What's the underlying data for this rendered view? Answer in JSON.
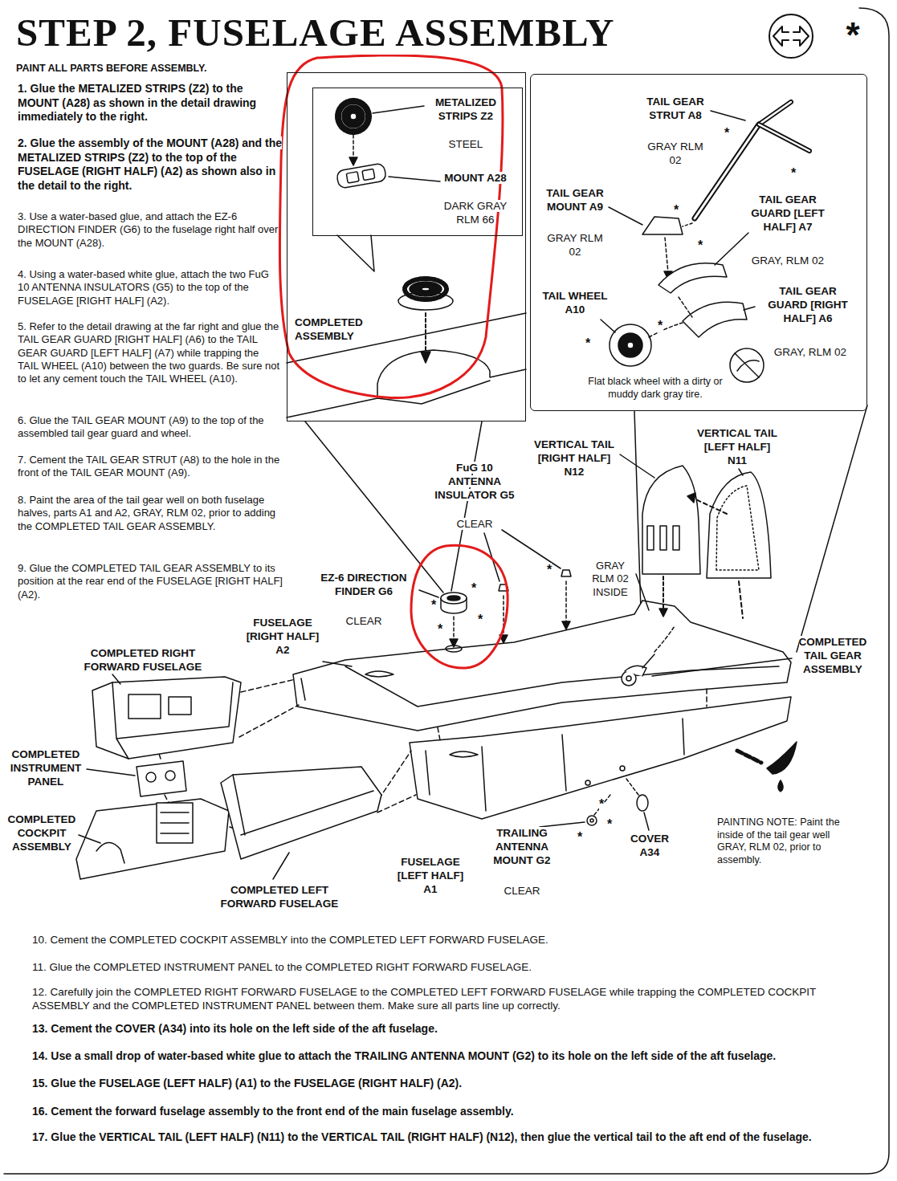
{
  "diagram": {
    "title": "STEP 2, FUSELAGE ASSEMBLY",
    "nodes": [
      {
        "text": [
          "COMPLETED ASSEMBLY"
        ]
      },
      {
        "text": [
          "METALIZED STRIPS Z2",
          "STEEL",
          "MOUNT A28",
          "DARK GRAY RLM 66"
        ],
        "in": 0
      },
      {
        "text": [
          "TAIL GEAR STRUT A8",
          "GRAY RLM 02",
          "TAIL GEAR MOUNT A9",
          "GRAY RLM 02",
          "TAIL GEAR GUARD [LEFT HALF] A7",
          "GRAY, RLM 02",
          "TAIL WHEEL A10",
          "TAIL GEAR GUARD [RIGHT HALF] A6",
          "GRAY, RLM 02",
          "Flat black wheel with a dirty or muddy dark gray tire."
        ]
      }
    ],
    "labels": [
      "PAINT ALL PARTS BEFORE ASSEMBLY.",
      "1. Glue the METALIZED STRIPS (Z2) to the MOUNT (A28) as shown in the detail drawing immediately to the right.",
      "2. Glue the assembly of the MOUNT (A28) and the METALIZED STRIPS (Z2) to the top of the FUSELAGE (RIGHT HALF) (A2) as shown also in the detail to the right.",
      "3. Use a water-based glue, and attach the EZ-6 DIRECTION FINDER (G6) to the fuselage right half over the MOUNT (A28).",
      "4. Using a water-based white glue, attach the two FuG 10 ANTENNA INSULATORS (G5) to the top of the FUSELAGE [RIGHT HALF] (A2).",
      "5. Refer to the detail drawing at the far right and glue the TAIL GEAR GUARD [RIGHT HALF] (A6) to the TAIL GEAR GUARD [LEFT HALF] (A7) while trapping the TAIL WHEEL (A10) between the two guards. Be sure not to let any cement touch the TAIL WHEEL (A10).",
      "6. Glue the TAIL GEAR MOUNT (A9) to the top of the assembled tail gear guard and wheel.",
      "7. Cement the TAIL GEAR STRUT (A8) to the hole in the front of the TAIL GEAR MOUNT (A9).",
      "8. Paint the area of the tail gear well on both fuselage halves, parts A1 and A2, GRAY, RLM 02, prior to adding the COMPLETED TAIL GEAR ASSEMBLY.",
      "9. Glue the COMPLETED TAIL GEAR ASSEMBLY to its position at the rear end of the FUSELAGE [RIGHT HALF] (A2).",
      "*",
      "FuG 10 ANTENNA INSULATOR G5",
      "CLEAR",
      "EZ-6 DIRECTION FINDER G6",
      "CLEAR",
      "FUSELAGE [RIGHT HALF] A2",
      "COMPLETED RIGHT FORWARD FUSELAGE",
      "COMPLETED INSTRUMENT PANEL",
      "COMPLETED COCKPIT ASSEMBLY",
      "COMPLETED LEFT FORWARD FUSELAGE",
      "FUSELAGE [LEFT HALF] A1",
      "TRAILING ANTENNA MOUNT G2",
      "CLEAR",
      "COVER A34",
      "PAINTING NOTE: Paint the inside of the tail gear well GRAY, RLM 02, prior to assembly.",
      "VERTICAL TAIL [RIGHT HALF] N12",
      "VERTICAL TAIL [LEFT HALF] N11",
      "GRAY RLM 02 INSIDE",
      "COMPLETED TAIL GEAR ASSEMBLY",
      "10. Cement the COMPLETED COCKPIT ASSEMBLY into the COMPLETED LEFT FORWARD FUSELAGE.",
      "11. Glue the COMPLETED INSTRUMENT PANEL to the COMPLETED RIGHT FORWARD FUSELAGE.",
      "12. Carefully join the COMPLETED RIGHT FORWARD FUSELAGE to the COMPLETED LEFT FORWARD FUSELAGE while trapping the COMPLETED COCKPIT ASSEMBLY and the COMPLETED INSTRUMENT PANEL between them. Make sure all parts line up correctly.",
      "13. Cement the COVER (A34) into its hole on the left side of the aft fuselage.",
      "14. Use a small drop of water-based white glue to attach the TRAILING ANTENNA MOUNT (G2) to its hole on the left side of the aft fuselage.",
      "15. Glue the FUSELAGE (LEFT HALF) (A1) to the FUSELAGE (RIGHT HALF) (A2).",
      "16. Cement the forward fuselage assembly to the front end of the main fuselage assembly.",
      "17. Glue the VERTICAL TAIL (LEFT HALF) (N11) to the VERTICAL TAIL (RIGHT HALF) (N12), then glue the vertical tail to the aft end of the fuselage.",
      "*",
      "*",
      "*",
      "*",
      "*",
      "*",
      "*",
      "*",
      "*",
      "*",
      "*",
      "*",
      "*",
      "*"
    ]
  }
}
